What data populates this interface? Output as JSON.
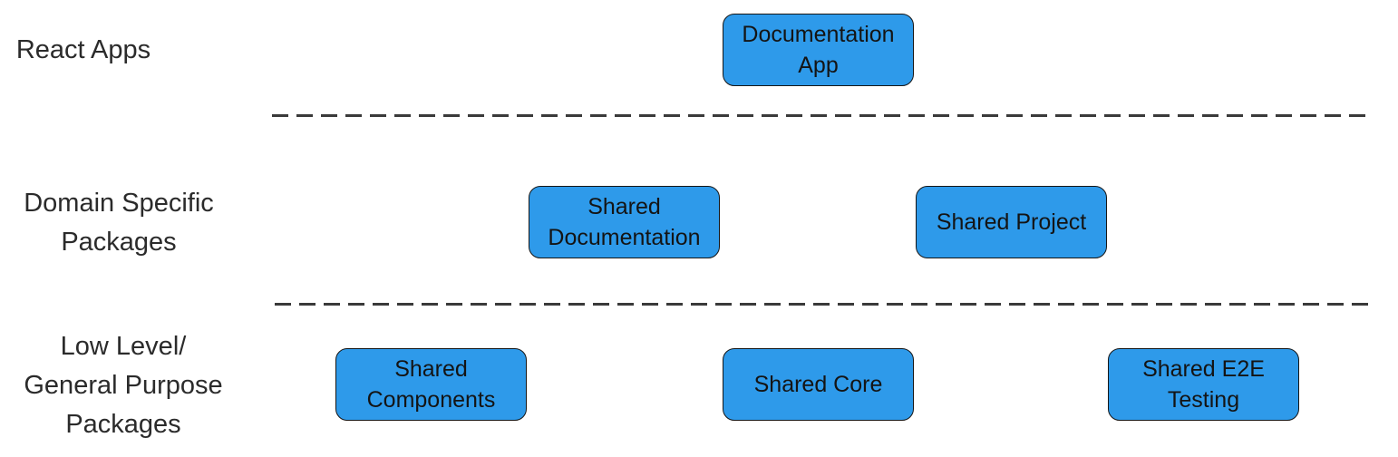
{
  "diagram": {
    "type": "layered-architecture",
    "colors": {
      "background": "#ffffff",
      "node_fill": "#2e9aea",
      "node_border": "#161616",
      "node_text": "#141414",
      "label_text": "#2b2b2b",
      "divider": "#3a3a3a"
    },
    "rows": [
      {
        "label": "React Apps",
        "lines": [
          "React Apps"
        ],
        "nodes": [
          "Documentation App"
        ]
      },
      {
        "label": "Domain Specific Packages",
        "lines": [
          "Domain Specific",
          "Packages"
        ],
        "nodes": [
          "Shared Documentation",
          "Shared Project"
        ]
      },
      {
        "label": "Low Level/ General Purpose Packages",
        "lines": [
          "Low Level/",
          "General Purpose",
          "Packages"
        ],
        "nodes": [
          "Shared Components",
          "Shared Core",
          "Shared E2E Testing"
        ]
      }
    ],
    "nodes": {
      "documentation_app": {
        "label": "Documentation App"
      },
      "shared_documentation": {
        "label": "Shared Documentation"
      },
      "shared_project": {
        "label": "Shared Project"
      },
      "shared_components": {
        "label": "Shared Components"
      },
      "shared_core": {
        "label": "Shared Core"
      },
      "shared_e2e_testing": {
        "label": "Shared E2E Testing"
      }
    }
  }
}
